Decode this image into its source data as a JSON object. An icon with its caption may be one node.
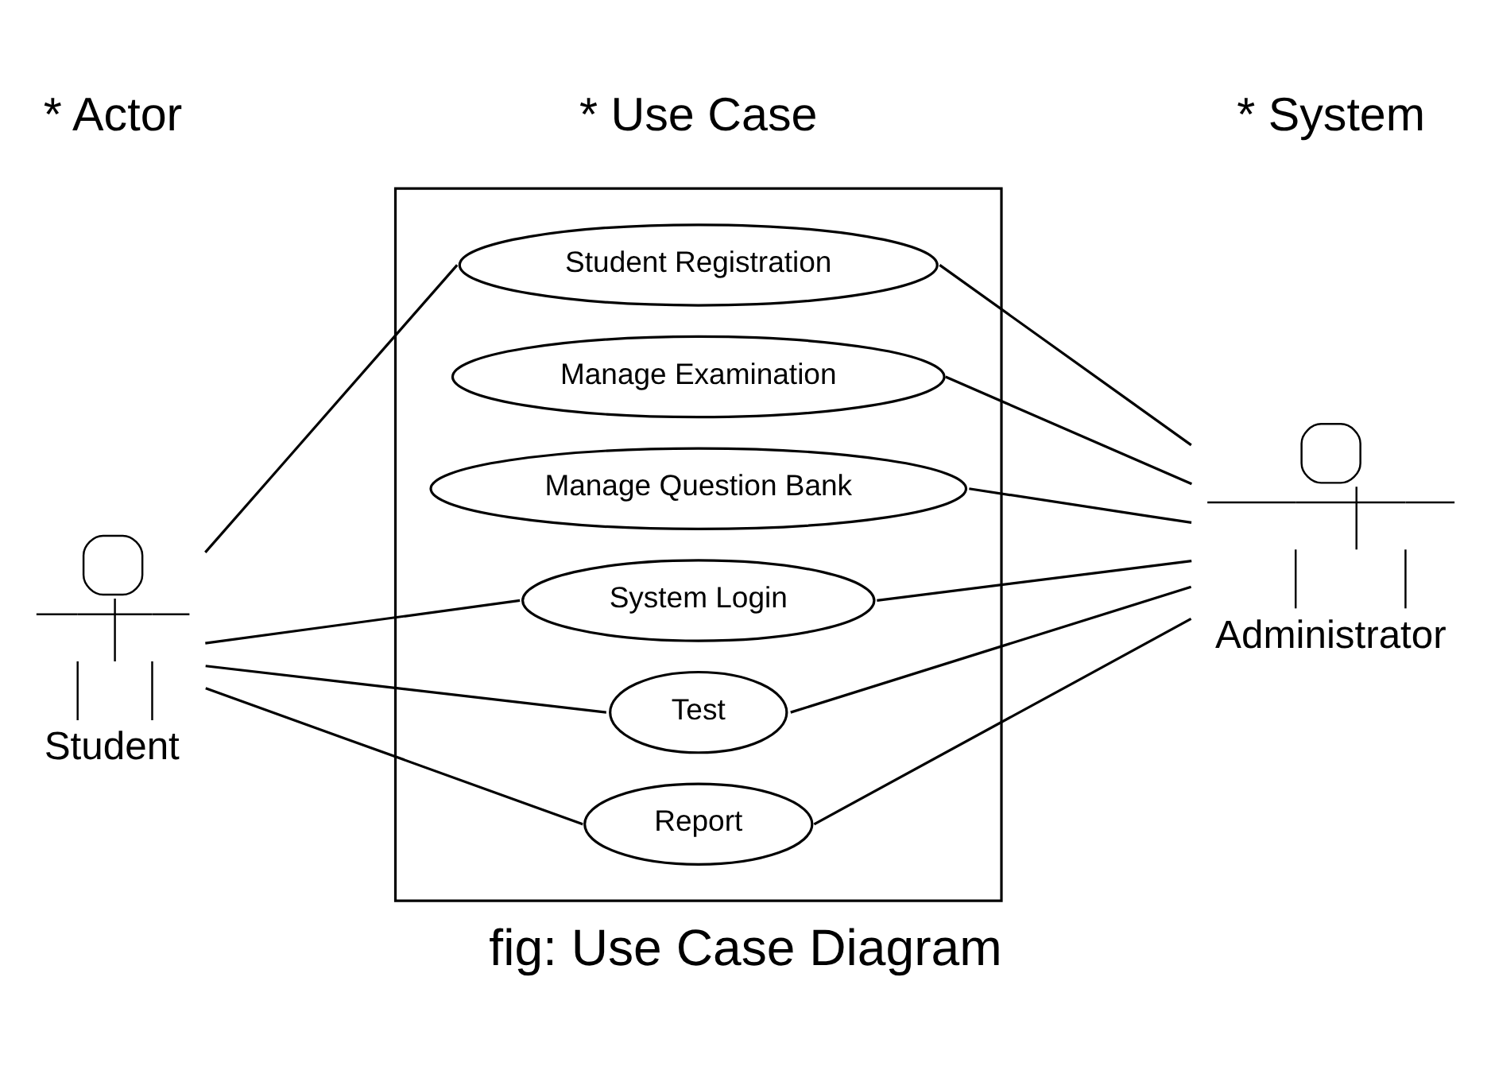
{
  "diagram": {
    "caption": "fig: Use Case Diagram",
    "nodes": [
      {
        "text": [
          "Student"
        ]
      },
      {
        "text": [],
        "shape": "box"
      },
      {
        "text": [
          "Student Registration"
        ],
        "in": 1
      },
      {
        "text": [
          "Manage Examination"
        ],
        "in": 1
      },
      {
        "text": [
          "Manage Question Bank"
        ],
        "in": 1
      },
      {
        "text": [
          "System Login"
        ],
        "in": 1
      },
      {
        "text": [
          "Test"
        ],
        "in": 1
      },
      {
        "text": [
          "Report"
        ],
        "in": 1
      },
      {
        "text": [
          "Administrator"
        ]
      }
    ],
    "edges": [
      {
        "from": 0,
        "to": 2,
        "arrow": "none"
      },
      {
        "from": 0,
        "to": 5,
        "arrow": "none"
      },
      {
        "from": 0,
        "to": 6,
        "arrow": "none"
      },
      {
        "from": 0,
        "to": 7,
        "arrow": "none"
      },
      {
        "from": 2,
        "to": 8,
        "arrow": "none"
      },
      {
        "from": 3,
        "to": 8,
        "arrow": "none"
      },
      {
        "from": 4,
        "to": 8,
        "arrow": "none"
      },
      {
        "from": 5,
        "to": 8,
        "arrow": "none"
      },
      {
        "from": 6,
        "to": 8,
        "arrow": "none"
      },
      {
        "from": 7,
        "to": 8,
        "arrow": "none"
      }
    ],
    "labels": [
      "* Actor",
      "* Use Case",
      "* System"
    ]
  }
}
